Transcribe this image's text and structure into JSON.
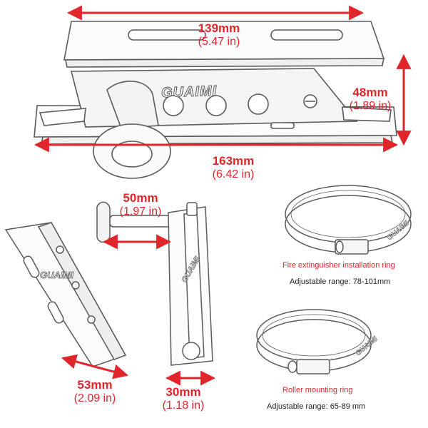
{
  "colors": {
    "dimension": "#e0262b",
    "line_art": "#5a5a5a",
    "caption_text": "#222222",
    "background": "#ffffff"
  },
  "brand": {
    "logo_text": "GUAIMI"
  },
  "dimensions": {
    "top_width": {
      "mm": "139mm",
      "in": "(5.47 in)"
    },
    "height": {
      "mm": "48mm",
      "in": "(1.89 in)"
    },
    "overall_width": {
      "mm": "163mm",
      "in": "(6.42 in)"
    },
    "arm_length": {
      "mm": "50mm",
      "in": "(1.97 in)"
    },
    "plate_width": {
      "mm": "53mm",
      "in": "(2.09 in)"
    },
    "arm_width": {
      "mm": "30mm",
      "in": "(1.18 in)"
    }
  },
  "rings": {
    "fire": {
      "title": "Fire extinguisher installation ring",
      "range_label": "Adjustable range:",
      "range_value": "78-101mm"
    },
    "roller": {
      "title": "Roller mounting ring",
      "range_label": "Adjustable range:",
      "range_value": "65-89 mm"
    }
  }
}
